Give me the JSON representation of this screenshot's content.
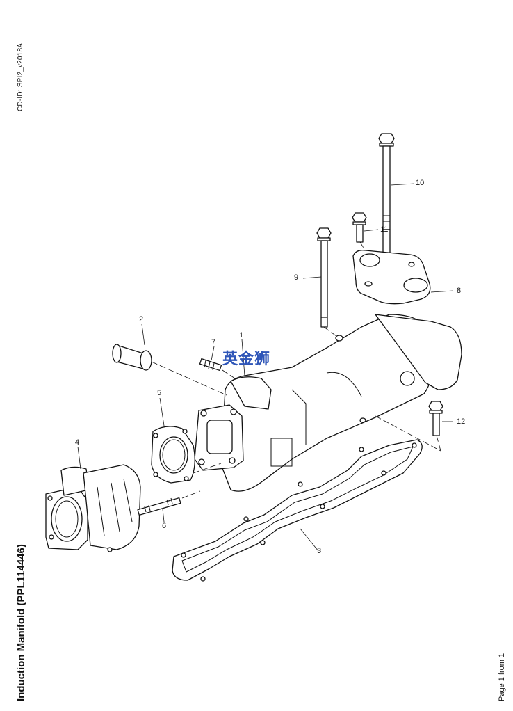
{
  "header": {
    "cd_id": "CD-ID: SPI2_v2018A"
  },
  "footer": {
    "title": "Induction Manifold (PPL114446)",
    "page_label": "Page 1 from 1"
  },
  "watermark": {
    "text": "英金狮",
    "color": "#2f56b8"
  },
  "callouts": {
    "c1": "1",
    "c2": "2",
    "c3": "3",
    "c4": "4",
    "c5": "5",
    "c6": "6",
    "c7": "7",
    "c8": "8",
    "c9": "9",
    "c10": "10",
    "c11": "11",
    "c12": "12"
  }
}
